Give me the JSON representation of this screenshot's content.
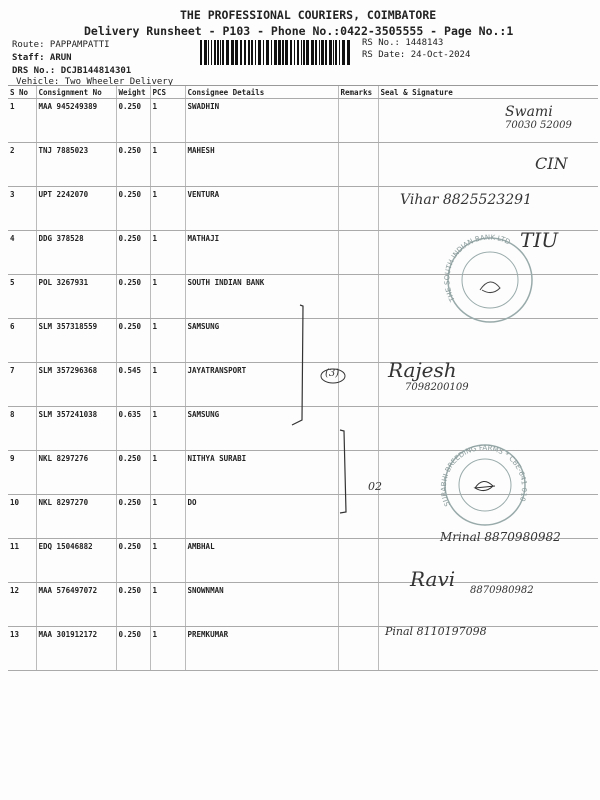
{
  "header": {
    "company": "THE PROFESSIONAL COURIERS, COIMBATORE",
    "subtitle": "Delivery Runsheet - P103 - Phone No.:0422-3505555 - Page No.:1",
    "route": "Route: PAPPAMPATTI",
    "staff": "Staff: ARUN",
    "drs": "DRS No.: DCJB144814301",
    "vehicle": "Vehicle: Two Wheeler Delivery",
    "rs_no": "RS No.: 1448143",
    "rs_date": "RS Date: 24-Oct-2024"
  },
  "columns": [
    "S No",
    "Consignment No",
    "Weight",
    "PCS",
    "Consignee Details",
    "Remarks",
    "Seal & Signature"
  ],
  "rows": [
    {
      "sno": "1",
      "cno": "MAA 945249389",
      "weight": "0.250",
      "pcs": "1",
      "consignee": "SWADHIN"
    },
    {
      "sno": "2",
      "cno": "TNJ 7885023",
      "weight": "0.250",
      "pcs": "1",
      "consignee": "MAHESH"
    },
    {
      "sno": "3",
      "cno": "UPT 2242070",
      "weight": "0.250",
      "pcs": "1",
      "consignee": "VENTURA"
    },
    {
      "sno": "4",
      "cno": "DDG 378528",
      "weight": "0.250",
      "pcs": "1",
      "consignee": "MATHAJI"
    },
    {
      "sno": "5",
      "cno": "POL 3267931",
      "weight": "0.250",
      "pcs": "1",
      "consignee": "SOUTH INDIAN BANK"
    },
    {
      "sno": "6",
      "cno": "SLM 357318559",
      "weight": "0.250",
      "pcs": "1",
      "consignee": "SAMSUNG"
    },
    {
      "sno": "7",
      "cno": "SLM 357296368",
      "weight": "0.545",
      "pcs": "1",
      "consignee": "JAYATRANSPORT"
    },
    {
      "sno": "8",
      "cno": "SLM 357241038",
      "weight": "0.635",
      "pcs": "1",
      "consignee": "SAMSUNG"
    },
    {
      "sno": "9",
      "cno": "NKL 8297276",
      "weight": "0.250",
      "pcs": "1",
      "consignee": "NITHYA SURABI"
    },
    {
      "sno": "10",
      "cno": "NKL 8297270",
      "weight": "0.250",
      "pcs": "1",
      "consignee": "DO"
    },
    {
      "sno": "11",
      "cno": "EDQ 15046882",
      "weight": "0.250",
      "pcs": "1",
      "consignee": "AMBHAL"
    },
    {
      "sno": "12",
      "cno": "MAA 576497072",
      "weight": "0.250",
      "pcs": "1",
      "consignee": "SNOWNMAN"
    },
    {
      "sno": "13",
      "cno": "MAA 301912172",
      "weight": "0.250",
      "pcs": "1",
      "consignee": "PREMKUMAR"
    }
  ],
  "handwriting": {
    "remark_group1": "(3)",
    "remark_group2": "02",
    "sig1_name": "Swami",
    "sig1_phone": "70030 52009",
    "sig2": "CIN",
    "sig3": "Vihar 8825523291",
    "sig4": "TIU",
    "sig7_name": "Rajesh",
    "sig7_phone": "7098200109",
    "sig11": "Mrinal 8870980982",
    "sig12_name": "Ravi",
    "sig12_phone": "8870980982",
    "sig13": "Pinal 8110197098"
  },
  "stamps": {
    "bank": "THE SOUTH INDIAN BANK LTD",
    "farm": "SURABHI BREEDING FARMS * CBE-641 010 *"
  }
}
